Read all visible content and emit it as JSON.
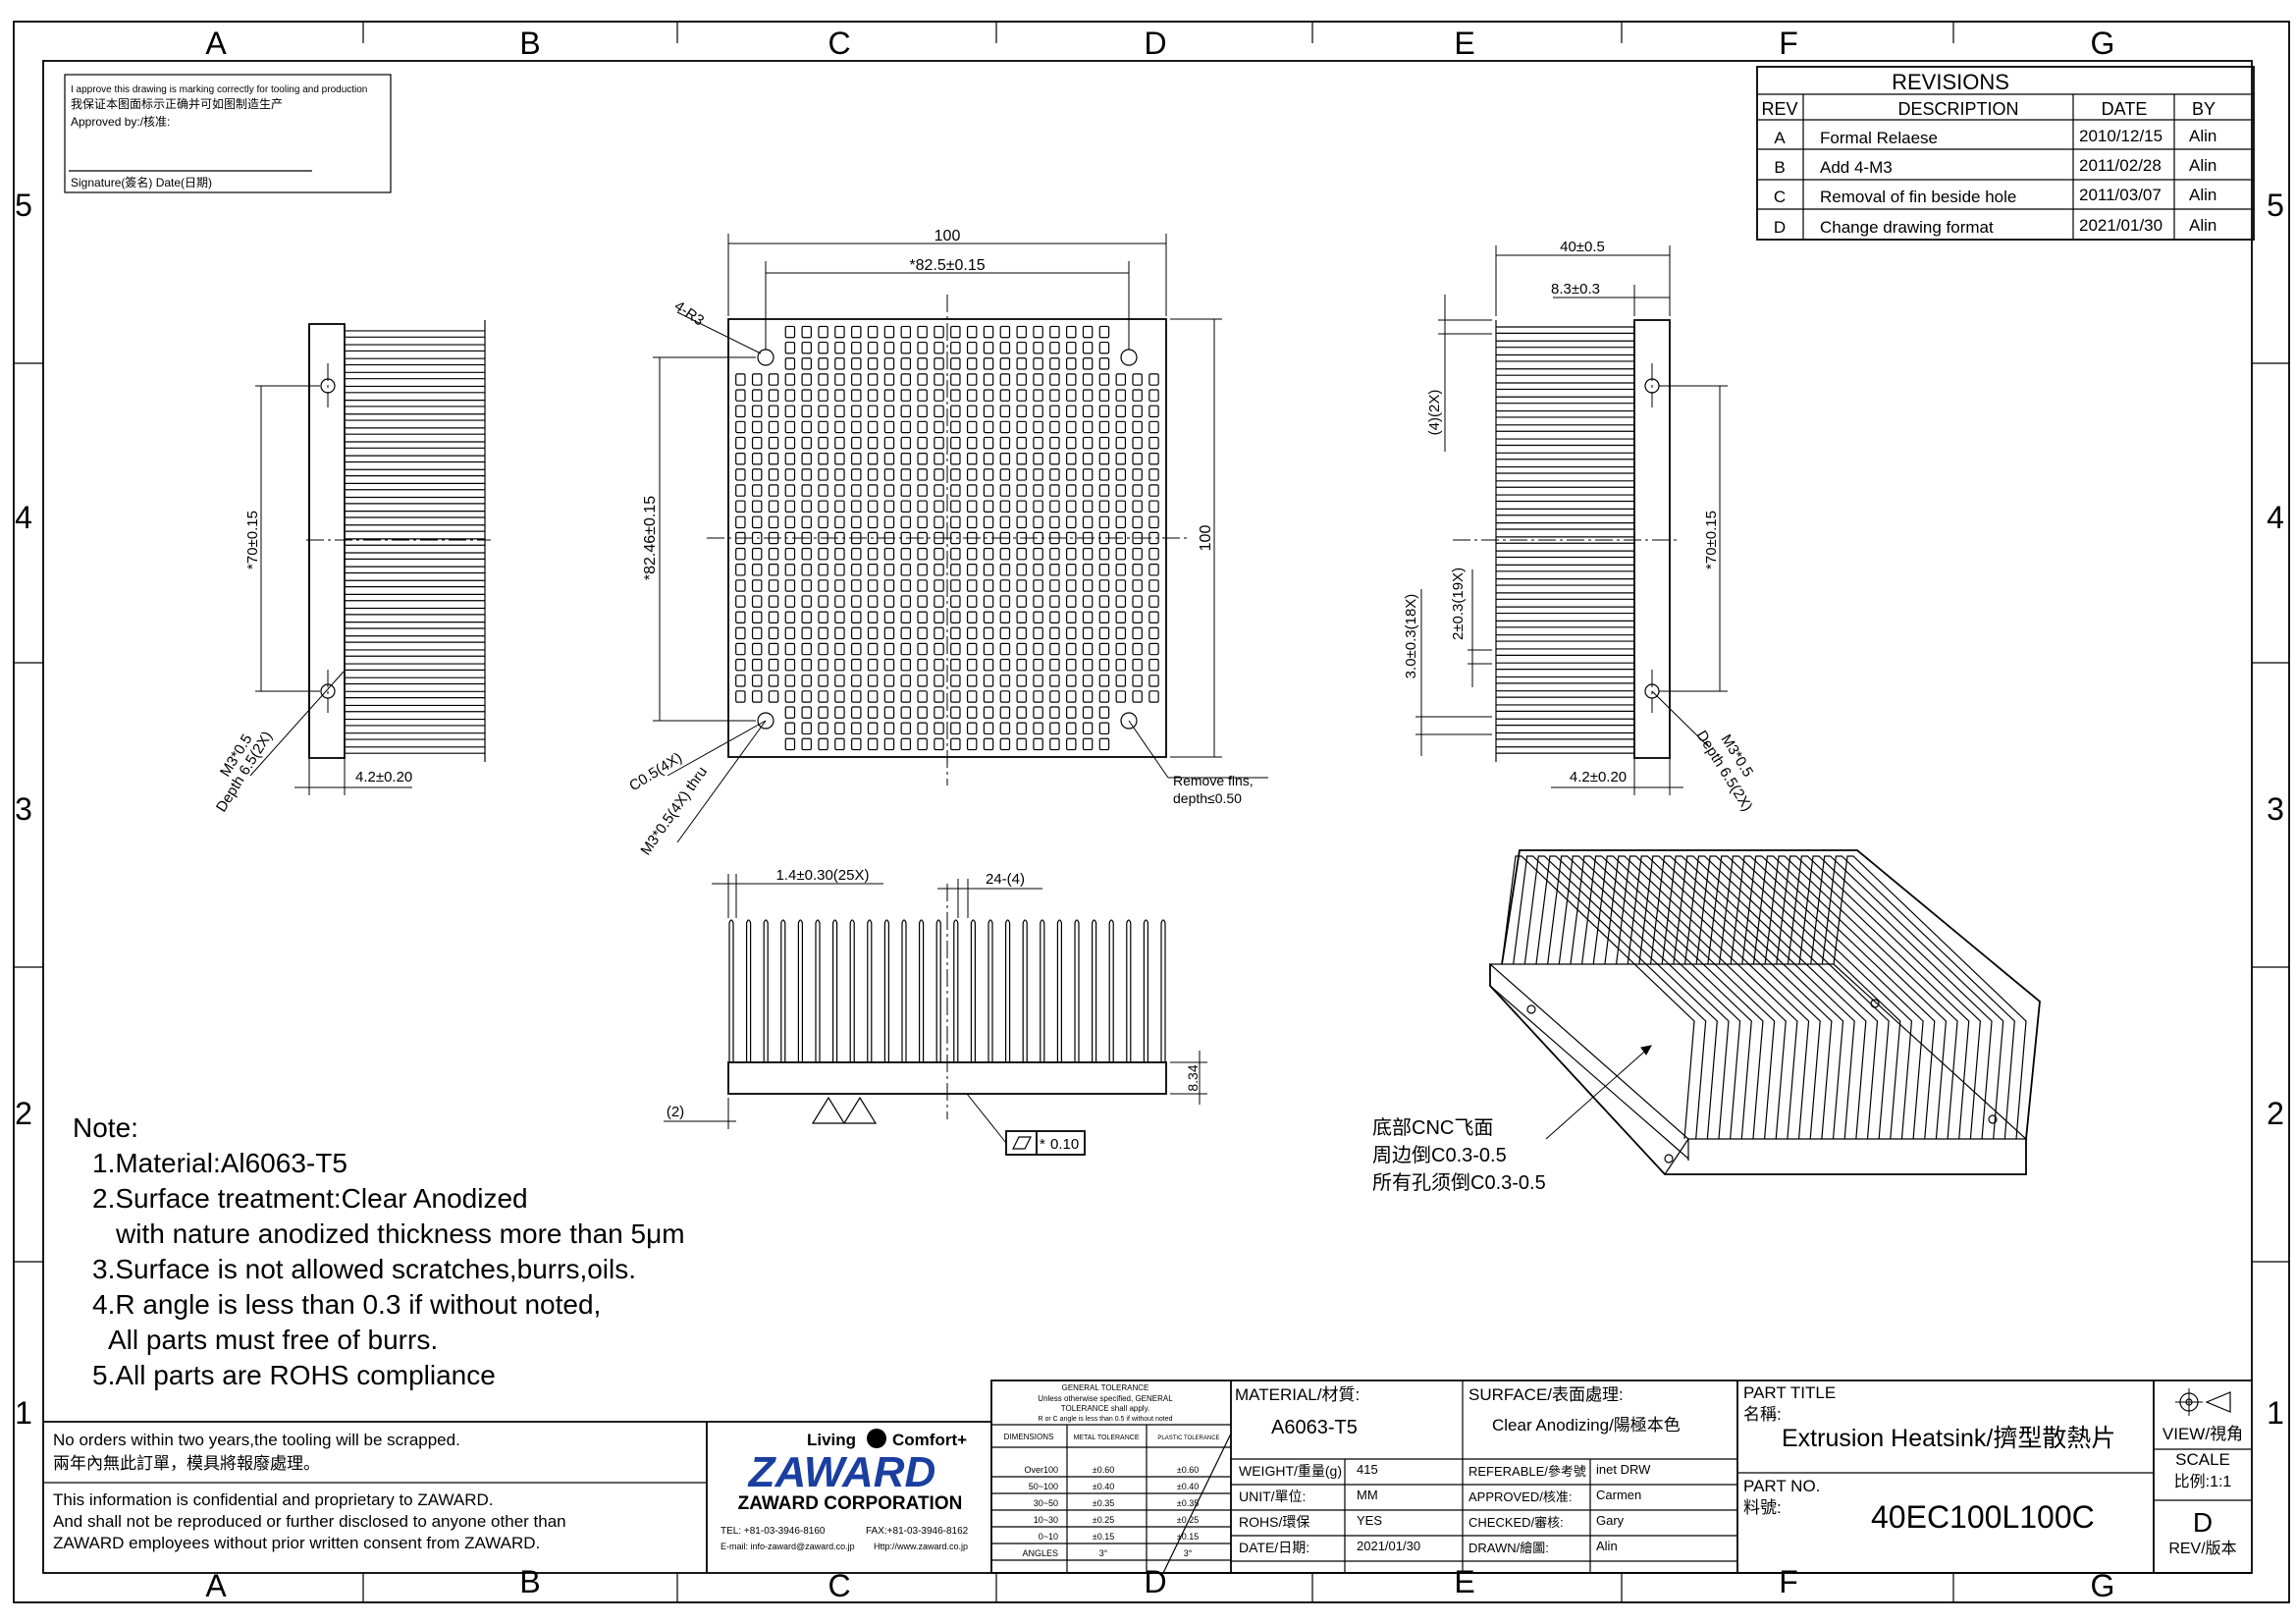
{
  "frame": {
    "col_labels": [
      "A",
      "B",
      "C",
      "D",
      "E",
      "F",
      "G"
    ],
    "row_labels": [
      "5",
      "4",
      "3",
      "2",
      "1"
    ]
  },
  "approval": {
    "line1": "I approve this drawing is marking correctly for tooling and production",
    "line2": "我保证本图面标示正确并可如图制造生产",
    "line3": "Approved by:/核准:",
    "signature": "Signature(簽名)  Date(日期)"
  },
  "revisions": {
    "title": "REVISIONS",
    "headers": [
      "REV",
      "DESCRIPTION",
      "DATE",
      "BY"
    ],
    "rows": [
      [
        "A",
        "Formal Relaese",
        "2010/12/15",
        "Alin"
      ],
      [
        "B",
        "Add 4-M3",
        "2011/02/28",
        "Alin"
      ],
      [
        "C",
        "Removal of fin beside hole",
        "2011/03/07",
        "Alin"
      ],
      [
        "D",
        "Change drawing format",
        "2021/01/30",
        "Alin"
      ]
    ]
  },
  "dims": {
    "d100_top": "100",
    "d82_5": "*82.5±0.15",
    "d4r3": "4-R3",
    "d82_46": "*82.46±0.15",
    "d100_side": "100",
    "dc05": "C0.5(4X)",
    "dm3thru": "M3*0.5(4X) thru",
    "remove1": "Remove fins,",
    "remove2": "depth≤0.50",
    "left_70": "*70±0.15",
    "left_m3": "M3*0.5",
    "left_depth": "Depth 6.5(2X)",
    "left_42": "4.2±0.20",
    "right_40": "40±0.5",
    "right_83": "8.3±0.3",
    "right_4": "(4)(2X)",
    "right_70": "*70±0.15",
    "right_30": "3.0±0.3(18X)",
    "right_20": "2±0.3(19X)",
    "right_42": "4.2±0.20",
    "right_m3": "M3*0.5",
    "right_depth": "Depth 6.5(2X)",
    "front_14": "1.4±0.30(25X)",
    "front_24": "24-(4)",
    "front_2": "(2)",
    "front_834": "8.34",
    "flatness": "0.10"
  },
  "iso_note": {
    "line1": "底部CNC飞面",
    "line2": "周边倒C0.3-0.5",
    "line3": "所有孔须倒C0.3-0.5"
  },
  "notes": {
    "title": "Note:",
    "lines": [
      "1.Material:Al6063-T5",
      "2.Surface treatment:Clear Anodized",
      "with nature anodized thickness more than 5μm",
      "3.Surface is not allowed scratches,burrs,oils.",
      "4.R angle is less than 0.3 if without noted,",
      "All parts must free of burrs.",
      "5.All parts are ROHS compliance"
    ]
  },
  "legal": {
    "scrap1": "No orders within two years,the tooling will be scrapped.",
    "scrap2": "兩年內無此訂單，模具將報廢處理。",
    "conf1": "This information is confidential and proprietary to ZAWARD.",
    "conf2": "And shall not be reproduced or further disclosed to anyone other than",
    "conf3": "ZAWARD employees without prior written consent from ZAWARD."
  },
  "company": {
    "slogan_left": "Living",
    "slogan_right": "Comfort+",
    "logo": "ZAWARD",
    "name": "ZAWARD CORPORATION",
    "tel": "TEL: +81-03-3946-8160",
    "fax": "FAX:+81-03-3946-8162",
    "email": "E-mail: info-zaward@zaward.co.jp",
    "web": "Http://www.zaward.co.jp"
  },
  "tolerance": {
    "header1": "GENERAL TOLERANCE",
    "header2": "Unless otherwise specified, GENERAL",
    "header3": "TOLERANCE shall apply.",
    "header4": "R or C angle is less than 0.5 if without noted",
    "col_dim": "DIMENSIONS",
    "col_metal": "METAL TOLERANCE",
    "col_plastic": "PLASTIC TOLERANCE",
    "rows": [
      [
        "Over100",
        "±0.60",
        "±0.60"
      ],
      [
        "50~100",
        "±0.40",
        "±0.40"
      ],
      [
        "30~50",
        "±0.35",
        "±0.35"
      ],
      [
        "10~30",
        "±0.25",
        "±0.25"
      ],
      [
        "0~10",
        "±0.15",
        "±0.15"
      ],
      [
        "ANGLES",
        "3°",
        "3°"
      ]
    ]
  },
  "title_block": {
    "material_label": "MATERIAL/材質:",
    "material_value": "A6063-T5",
    "surface_label": "SURFACE/表面處理:",
    "surface_value": "Clear Anodizing/陽極本色",
    "weight_label": "WEIGHT/重量(g)",
    "weight_value": "415",
    "unit_label": "UNIT/單位:",
    "unit_value": "MM",
    "rohs_label": "ROHS/環保",
    "rohs_value": "YES",
    "date_label": "DATE/日期:",
    "date_value": "2021/01/30",
    "ref_label": "REFERABLE/參考號",
    "ref_value": "inet DRW",
    "approved_label": "APPROVED/核准:",
    "approved_value": "Carmen",
    "checked_label": "CHECKED/審核:",
    "checked_value": "Gary",
    "drawn_label": "DRAWN/繪圖:",
    "drawn_value": "Alin",
    "part_title_label": "PART TITLE",
    "part_title_cn": "名稱:",
    "part_title_value": "Extrusion Heatsink/擠型散熱片",
    "part_no_label": "PART NO.",
    "part_no_cn": "料號:",
    "part_no_value": "40EC100L100C",
    "view_label": "VIEW/視角",
    "scale_label": "SCALE",
    "scale_value": "比例:1:1",
    "rev_value": "D",
    "rev_label": "REV/版本"
  }
}
